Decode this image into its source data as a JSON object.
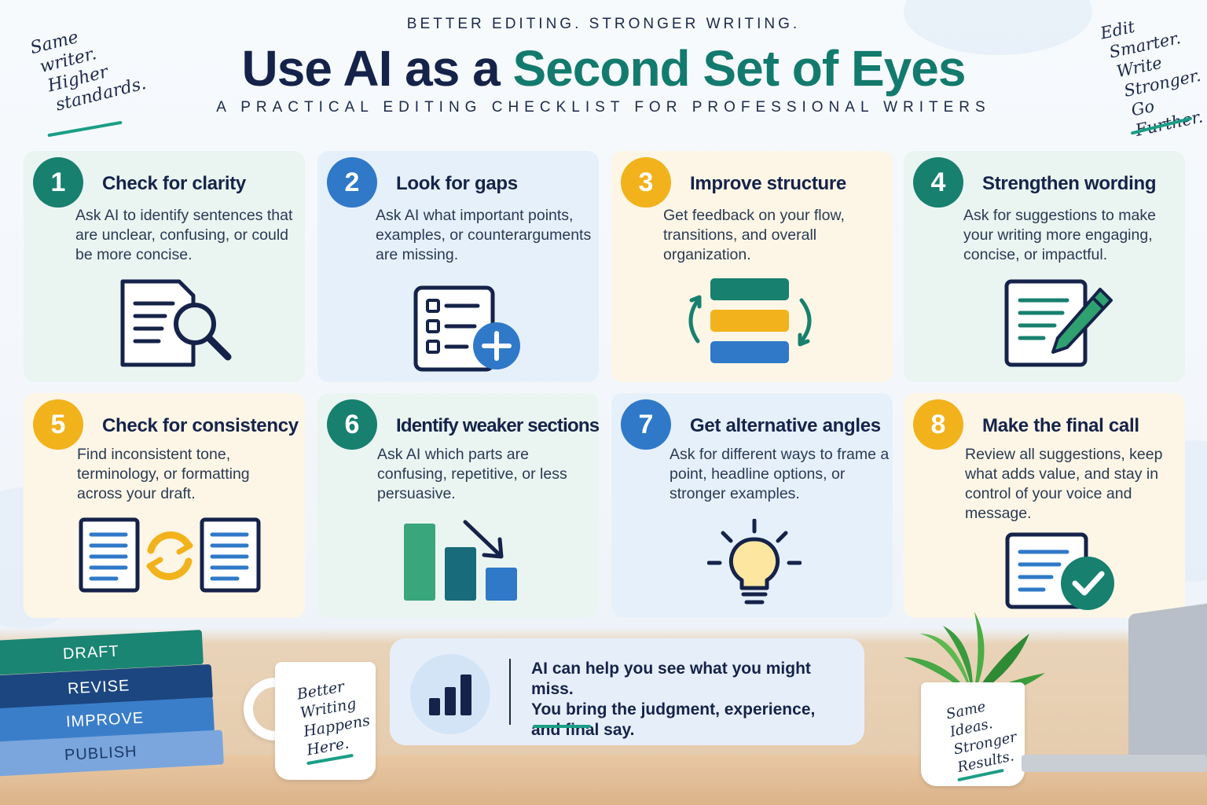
{
  "header": {
    "eyebrow": "BETTER EDITING. STRONGER WRITING.",
    "title_main": "Use AI as a ",
    "title_accent": "Second Set of Eyes",
    "subtitle": "A PRACTICAL EDITING CHECKLIST FOR PROFESSIONAL WRITERS"
  },
  "notes": {
    "left": [
      "Same",
      "writer.",
      "Higher",
      "standards."
    ],
    "right": [
      "Edit",
      "Smarter.",
      "Write",
      "Stronger.",
      "Go Further."
    ]
  },
  "steps": [
    {
      "num": "1",
      "title": "Check for clarity",
      "desc": "Ask AI to identify sentences that are unclear, confusing, or could be more concise.",
      "icon": "document-search-icon"
    },
    {
      "num": "2",
      "title": "Look for gaps",
      "desc": "Ask AI what important points, examples, or counterarguments are missing.",
      "icon": "checklist-add-icon"
    },
    {
      "num": "3",
      "title": "Improve structure",
      "desc": "Get feedback on your flow, transitions, and overall organization.",
      "icon": "reorder-blocks-icon"
    },
    {
      "num": "4",
      "title": "Strengthen wording",
      "desc": "Ask for suggestions to make your writing more engaging, concise, or impactful.",
      "icon": "document-pencil-icon"
    },
    {
      "num": "5",
      "title": "Check for consistency",
      "desc": "Find inconsistent tone, terminology, or formatting across your draft.",
      "icon": "documents-sync-icon"
    },
    {
      "num": "6",
      "title": "Identify weaker sections",
      "desc": "Ask AI which parts are confusing, repetitive, or less persuasive.",
      "icon": "bars-declining-icon"
    },
    {
      "num": "7",
      "title": "Get alternative angles",
      "desc": "Ask for different ways to frame a point, headline options, or stronger examples.",
      "icon": "lightbulb-icon"
    },
    {
      "num": "8",
      "title": "Make the final call",
      "desc": "Review all suggestions, keep what adds value, and stay in control of your voice and message.",
      "icon": "document-check-icon"
    }
  ],
  "callout": {
    "line1": "AI can help you see what you might miss.",
    "line2": "You bring the judgment, experience,",
    "line3": "and final say."
  },
  "books": [
    "DRAFT",
    "REVISE",
    "IMPROVE",
    "PUBLISH"
  ],
  "mug": [
    "Better",
    "Writing",
    "Happens",
    "Here."
  ],
  "pot": [
    "Same",
    "Ideas.",
    "Stronger",
    "Results."
  ],
  "colors": {
    "green": "#17806f",
    "blue": "#2f79c8",
    "yellow": "#f2b21b",
    "navy": "#15234a"
  }
}
